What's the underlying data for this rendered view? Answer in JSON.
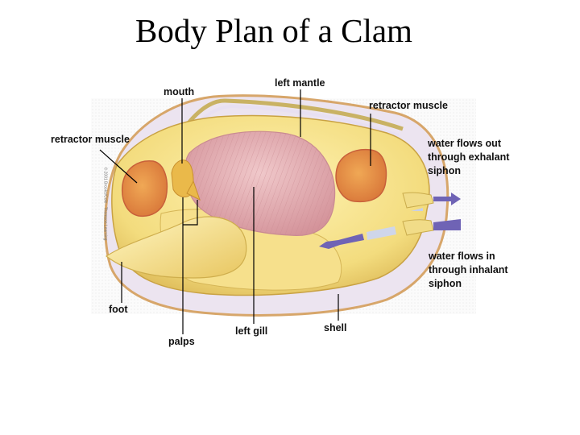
{
  "title": "Body Plan of a Clam",
  "copyright": "© 2001 Brooks/Cole - Thomson Learning",
  "labels": {
    "mouth": "mouth",
    "left_mantle": "left mantle",
    "retractor_muscle_left": "retractor muscle",
    "retractor_muscle_right": "retractor muscle",
    "exhalant": [
      "water flows out",
      "through exhalant",
      "siphon"
    ],
    "inhalant": [
      "water flows in",
      "through inhalant",
      "siphon"
    ],
    "foot": "foot",
    "palps": "palps",
    "left_gill": "left gill",
    "shell": "shell"
  },
  "colors": {
    "mantle": "#f3dc7e",
    "muscle": "#e89a4a",
    "gill": "#dba3a8",
    "shell_inner": "#ece4f0",
    "shell_edge": "#d7a66a",
    "water_arrow": "#6f63b5"
  }
}
